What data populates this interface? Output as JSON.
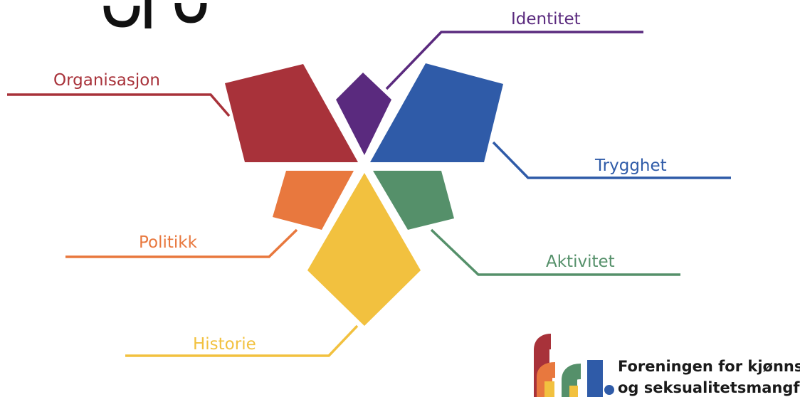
{
  "colors": {
    "red": "#a8323a",
    "purple": "#5a2a7e",
    "blue": "#2f5ba8",
    "orange": "#e8783e",
    "green": "#55906a",
    "yellow": "#f2c13f"
  },
  "diagram": {
    "labels": {
      "identitet": "Identitet",
      "organisasjon": "Organisasjon",
      "trygghet": "Trygghet",
      "politikk": "Politikk",
      "aktivitet": "Aktivitet",
      "historie": "Historie"
    }
  },
  "logo": {
    "mark": "frl",
    "line1": "Foreningen for kjønns-",
    "line2": "og seksualitetsmangfold"
  }
}
